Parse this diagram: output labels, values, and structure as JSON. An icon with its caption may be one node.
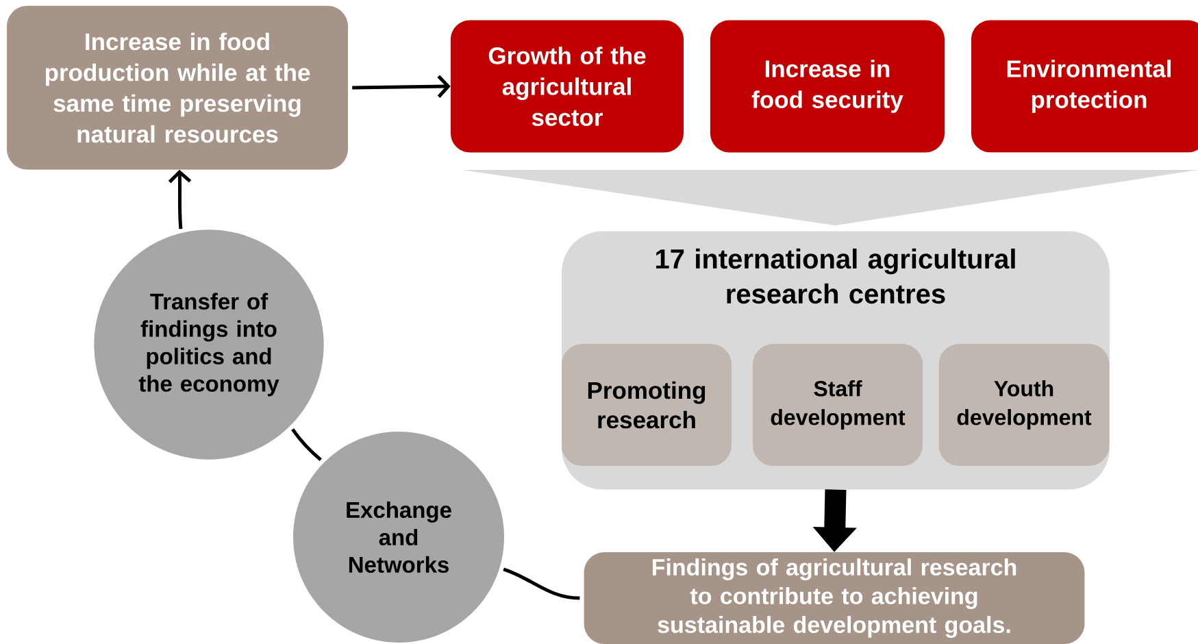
{
  "diagram": {
    "nodes": [
      {
        "text": [
          "Increase in food production while at the same time preserving natural resources"
        ]
      },
      {
        "text": [
          "Growth of the agricultural sector"
        ]
      },
      {
        "text": [
          "Increase in food security"
        ]
      },
      {
        "text": [
          "Environmental protection"
        ]
      },
      {
        "text": [
          "17 international agricultural research centres"
        ]
      },
      {
        "text": [
          "Promoting research"
        ],
        "in": 4
      },
      {
        "text": [
          "Staff development"
        ],
        "in": 4
      },
      {
        "text": [
          "Youth development"
        ],
        "in": 4
      },
      {
        "text": [
          "Findings of agricultural research to contribute to achieving sustainable development goals."
        ]
      },
      {
        "text": [
          "Transfer of findings into politics and the economy"
        ]
      },
      {
        "text": [
          "Exchange and Networks"
        ]
      }
    ],
    "edges": [
      {
        "from": 0,
        "to": 1,
        "arrow": "to"
      },
      {
        "from": 4,
        "to": 8,
        "arrow": "to",
        "style": "thick"
      },
      {
        "from": 9,
        "to": 0,
        "arrow": "to"
      },
      {
        "from": 10,
        "to": 9,
        "arrow": "none"
      },
      {
        "from": 8,
        "to": 10,
        "arrow": "none"
      }
    ]
  }
}
